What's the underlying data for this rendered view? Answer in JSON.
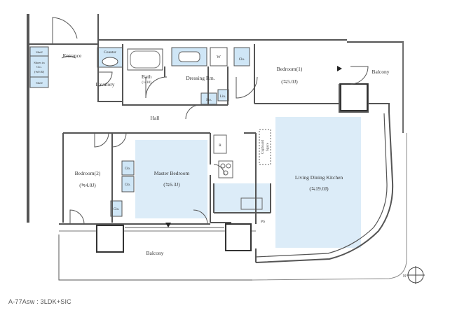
{
  "plan_caption": "A-77Asw : 3LDK+SIC",
  "colors": {
    "wall": "#555555",
    "blue_area": "#dcecf8",
    "blue_fixture": "#cfe6f6",
    "line": "#888888"
  },
  "rooms": {
    "entrance": "Entrance",
    "counter": "Counter",
    "lavatory": "Lavatory",
    "bath": "Bath",
    "bath_size": "(1418)",
    "dressing": "Dressing Rm.",
    "w": "W",
    "clo_top": "Clo.",
    "bedroom1": "Bedroom(1)",
    "bedroom1_area": "(≒5.0J)",
    "balcony_right": "Balcony",
    "shelf_top": "Shelf",
    "shoes_in": "Shoes in",
    "shoes_clo": "Clo.",
    "shoes_area": "(≒0.8J)",
    "shelf_bottom": "Shelf",
    "sto": "Sto.",
    "lin": "Lin.",
    "hall": "Hall",
    "r": "R",
    "cupboard": "Cupboard",
    "cupboard_space": "Space",
    "bedroom2": "Bedroom(2)",
    "bedroom2_area": "(≒4.0J)",
    "clo_a": "Clo.",
    "clo_b": "Clo.",
    "clo_c": "Clo.",
    "master": "Master Bedroom",
    "master_area": "(≒6.3J)",
    "ldk": "Living Dining Kitchen",
    "ldk_area": "(≒19.0J)",
    "ps": "PS",
    "balcony_bottom": "Balcony",
    "north": "N"
  }
}
